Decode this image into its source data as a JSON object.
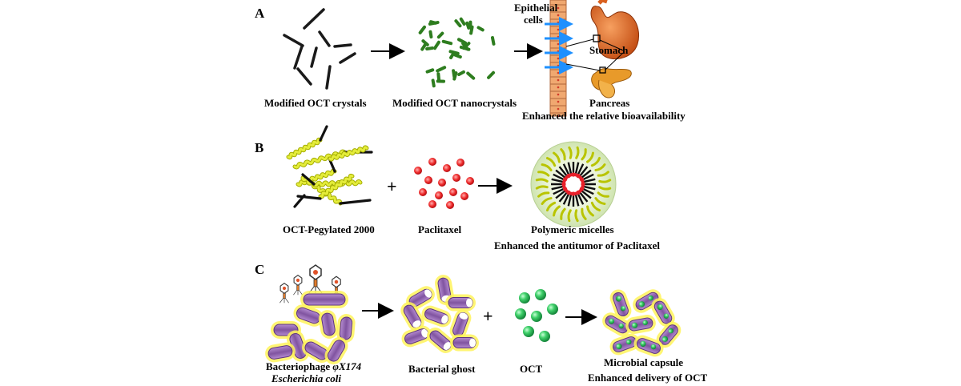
{
  "panels": {
    "a": {
      "letter": "A",
      "crystals_label": "Modified OCT crystals",
      "nanocrystals_label": "Modified OCT nanocrystals",
      "epithelial_label_line1": "Epithelial",
      "epithelial_label_line2": "cells",
      "stomach_label": "Stomach",
      "pancreas_label": "Pancreas",
      "outcome_label": "Enhanced the relative bioavailability"
    },
    "b": {
      "letter": "B",
      "plus": "+",
      "pegylated_label": "OCT-Pegylated 2000",
      "paclitaxel_label": "Paclitaxel",
      "micelles_label": "Polymeric micelles",
      "outcome_label": "Enhanced the antitumor of Paclitaxel"
    },
    "c": {
      "letter": "C",
      "plus": "+",
      "phage_label_prefix": "Bacteriophage ",
      "phage_label_name": "φX174",
      "ecoli_label": "Escherichia coli",
      "ghost_label": "Bacterial ghost",
      "oct_label": "OCT",
      "capsule_label": "Microbial capsule",
      "outcome_label": "Enhanced delivery of  OCT"
    }
  },
  "colors": {
    "crystal": "#1a1a1a",
    "nanocrystal": "#2e7d1f",
    "arrow_blue": "#1e90ff",
    "epithelium": "#f0a870",
    "stomach": "#d9601e",
    "pancreas": "#e89a2a",
    "peg_strand": "#c8d400",
    "paclitaxel": "#e8202a",
    "micelle_halo": "#d9ecc0",
    "bacterium": "#8a5aa8",
    "bacterium_glow": "#fff35a",
    "oct_sphere": "#2fbf57"
  }
}
